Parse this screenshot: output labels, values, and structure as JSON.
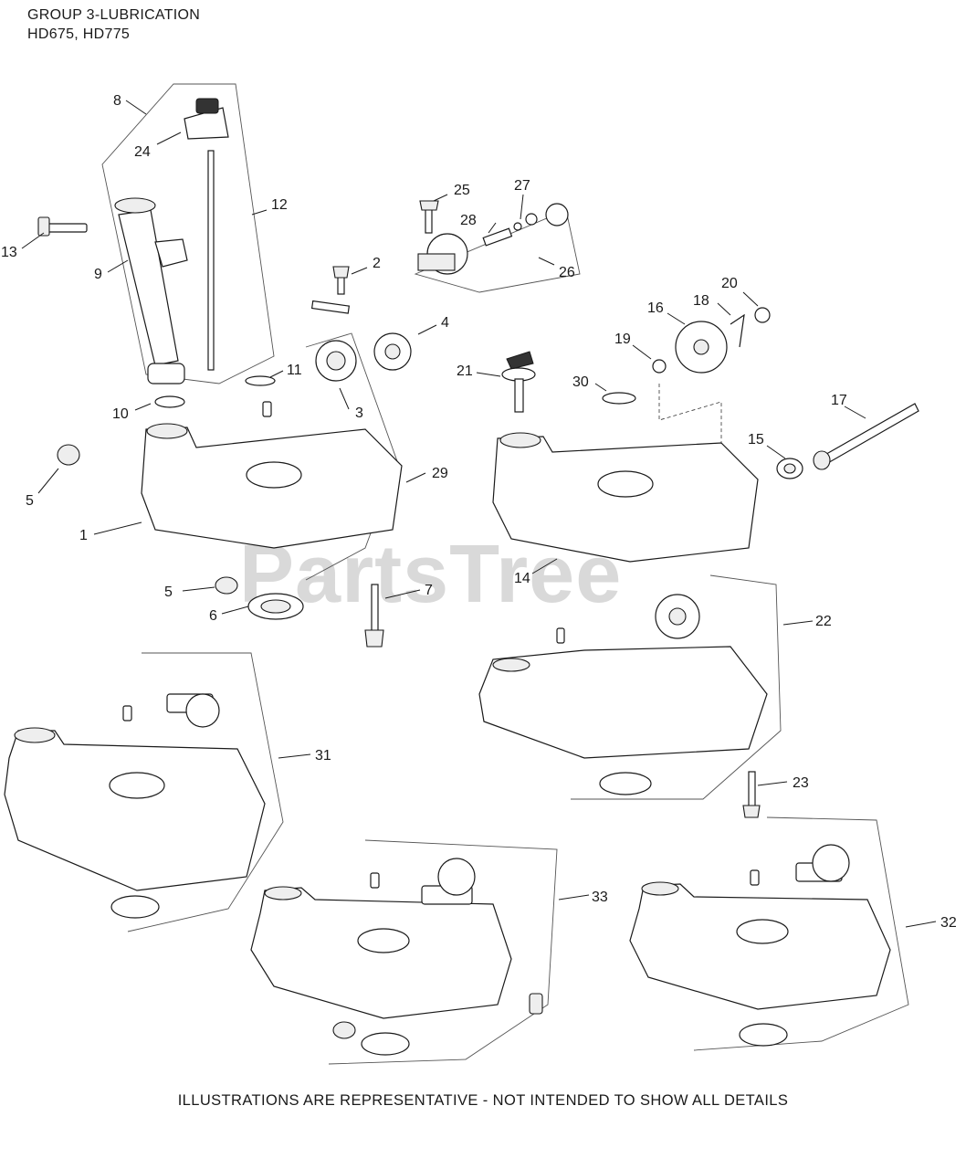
{
  "header": {
    "title": "GROUP 3-LUBRICATION",
    "models": "HD675, HD775"
  },
  "footer": {
    "note": "ILLUSTRATIONS ARE REPRESENTATIVE - NOT INTENDED TO SHOW ALL DETAILS"
  },
  "watermark": {
    "brand": "PartsTree",
    "trademark": "™"
  },
  "callouts": [
    "1",
    "2",
    "3",
    "4",
    "5",
    "5",
    "6",
    "7",
    "8",
    "9",
    "10",
    "11",
    "12",
    "13",
    "14",
    "15",
    "16",
    "17",
    "18",
    "19",
    "20",
    "21",
    "22",
    "23",
    "24",
    "25",
    "26",
    "27",
    "28",
    "29",
    "30",
    "31",
    "32",
    "33"
  ]
}
